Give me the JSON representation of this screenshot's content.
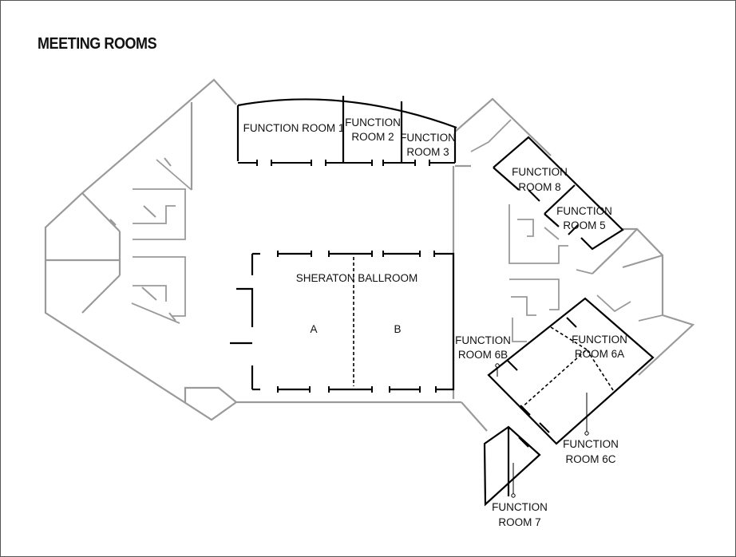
{
  "title": "MEETING ROOMS",
  "rooms": {
    "function_room_1": "FUNCTION ROOM 1",
    "function_room_2": [
      "FUNCTION",
      "ROOM 2"
    ],
    "function_room_3": [
      "FUNCTION",
      "ROOM 3"
    ],
    "function_room_8": [
      "FUNCTION",
      "ROOM 8"
    ],
    "function_room_5": [
      "FUNCTION",
      "ROOM 5"
    ],
    "sheraton_ballroom": "SHERATON BALLROOM",
    "ballroom_section_a": "A",
    "ballroom_section_b": "B",
    "function_room_6b": [
      "FUNCTION",
      "ROOM 6B"
    ],
    "function_room_6a": [
      "FUNCTION",
      "ROOM 6A"
    ],
    "function_room_6c": [
      "FUNCTION",
      "ROOM 6C"
    ],
    "function_room_7": [
      "FUNCTION",
      "ROOM 7"
    ]
  }
}
